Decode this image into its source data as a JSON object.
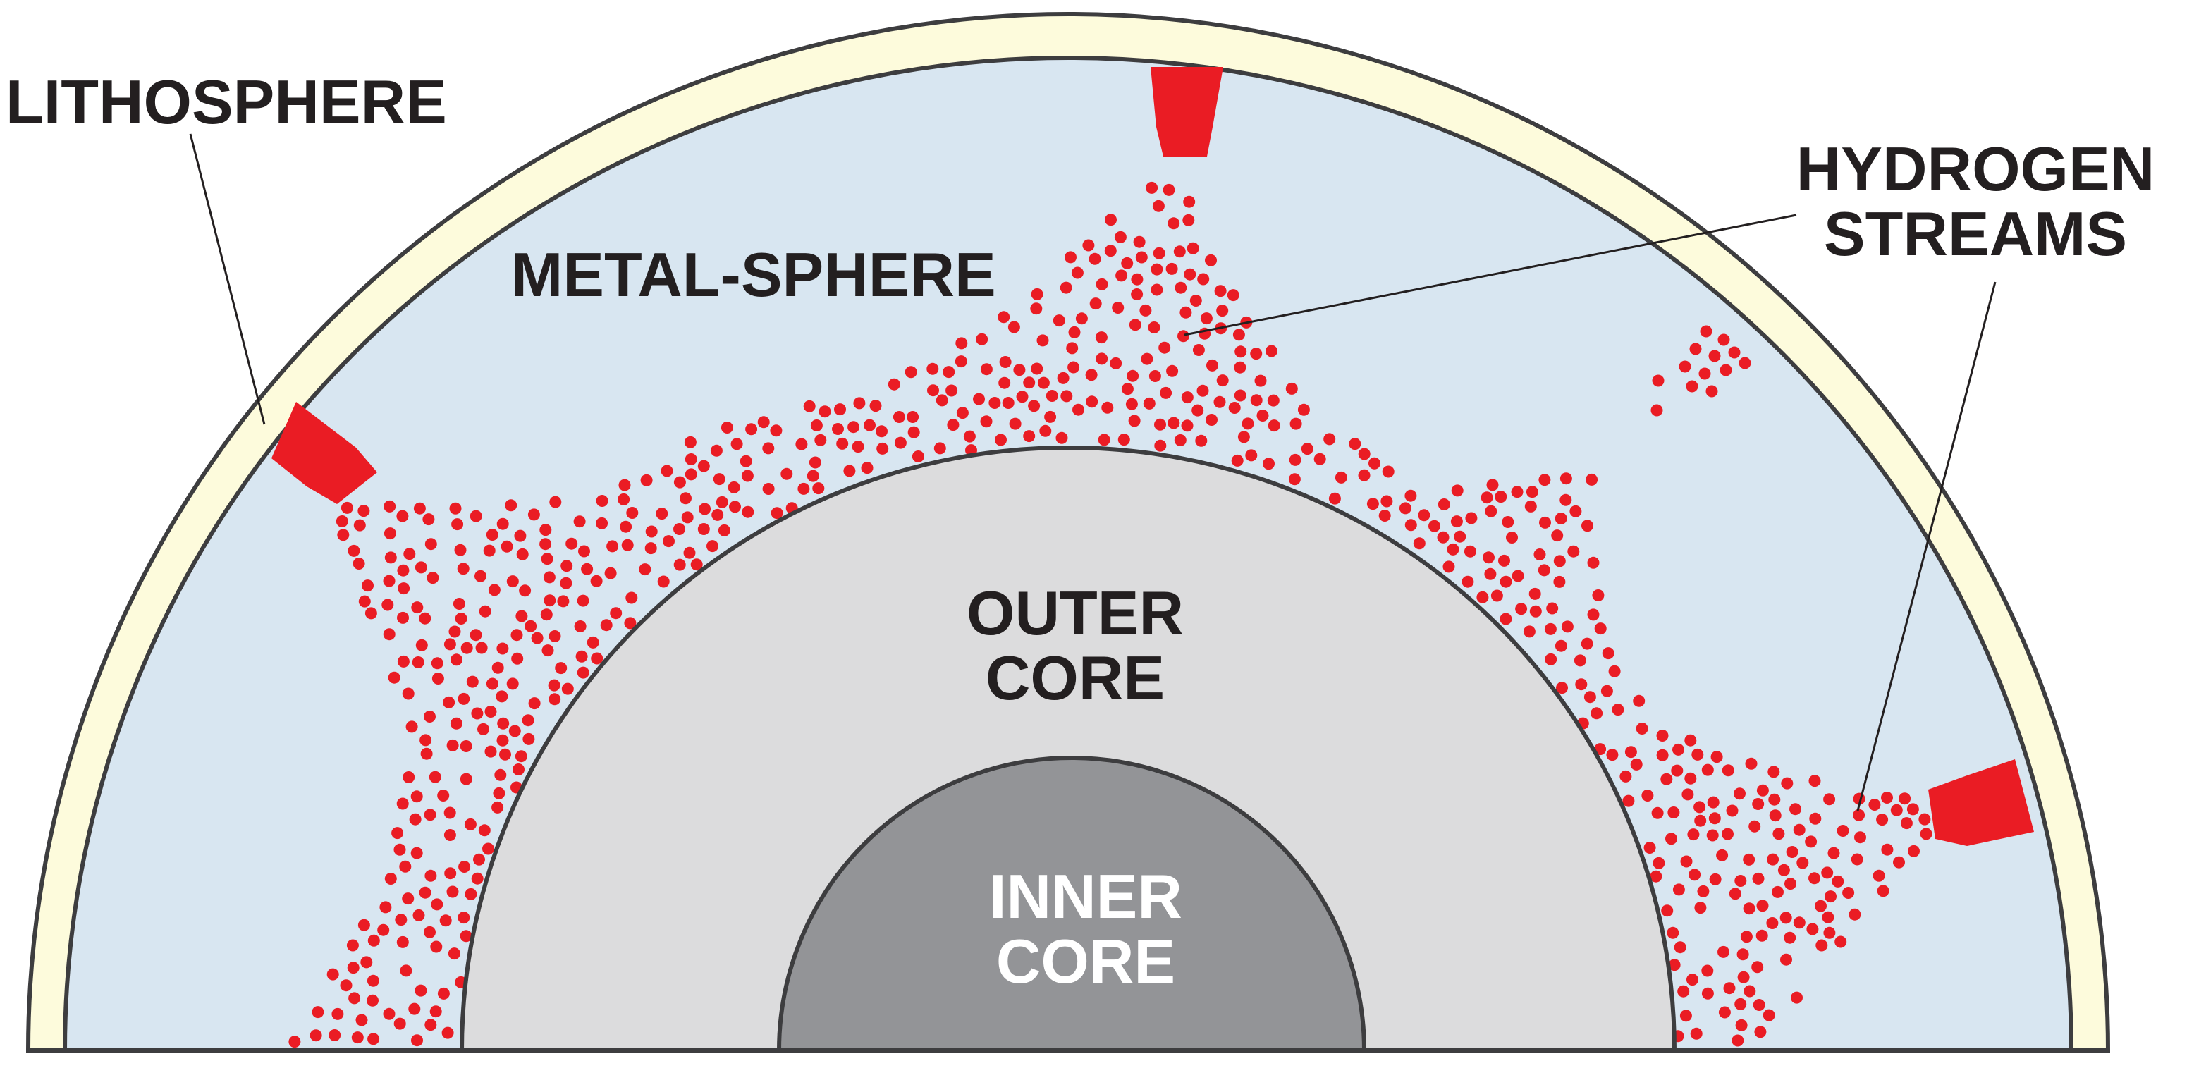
{
  "labels": {
    "lithosphere": "LITHOSPHERE",
    "metal_sphere": "METAL-SPHERE",
    "hydrogen_streams_line1": "HYDROGEN",
    "hydrogen_streams_line2": "STREAMS",
    "outer_core_line1": "OUTER",
    "outer_core_line2": "CORE",
    "inner_core_line1": "INNER",
    "inner_core_line2": "CORE"
  },
  "colors": {
    "lithosphere": "#fdfbdc",
    "metal_sphere": "#d8e6f1",
    "outer_core": "#dcdcdd",
    "inner_core": "#939497",
    "hydrogen": "#ea1c24",
    "outline": "#3d3d3f",
    "text": "#231f20"
  }
}
